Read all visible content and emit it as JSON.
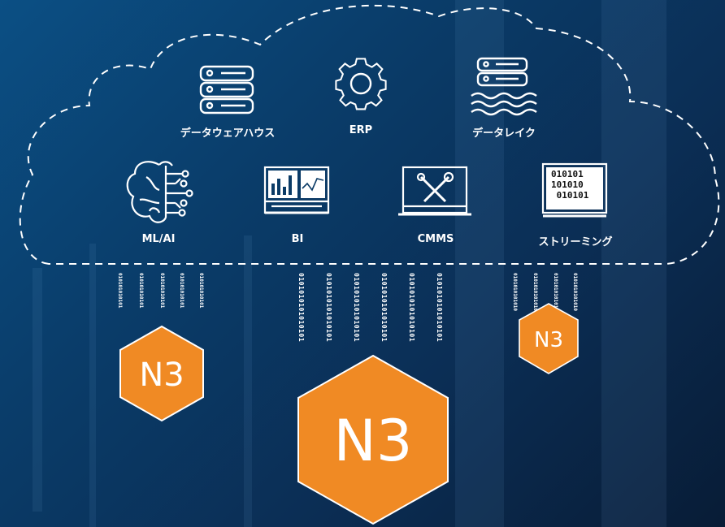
{
  "cloud_items": {
    "warehouse": {
      "label": "データウェアハウス",
      "icon": "server-stack-icon"
    },
    "erp": {
      "label": "ERP",
      "icon": "gear-icon"
    },
    "lake": {
      "label": "データレイク",
      "icon": "database-lake-icon"
    },
    "ml": {
      "label": "ML/AI",
      "icon": "brain-circuit-icon"
    },
    "bi": {
      "label": "BI",
      "icon": "dashboard-chart-icon"
    },
    "cmms": {
      "label": "CMMS",
      "icon": "tools-icon"
    },
    "streaming": {
      "label": "ストリーミング",
      "icon": "binary-stream-icon",
      "screen_lines": [
        "010101",
        "101010",
        " 010101"
      ]
    }
  },
  "binary_streams": {
    "left": "010101010101",
    "center": "0101010101010101",
    "right": "0101010101010"
  },
  "nodes": {
    "small_left": "N3",
    "large_center": "N3",
    "small_right": "N3"
  },
  "colors": {
    "background": "#0b3b66",
    "node_orange": "#f08a24",
    "foreground": "#ffffff"
  }
}
